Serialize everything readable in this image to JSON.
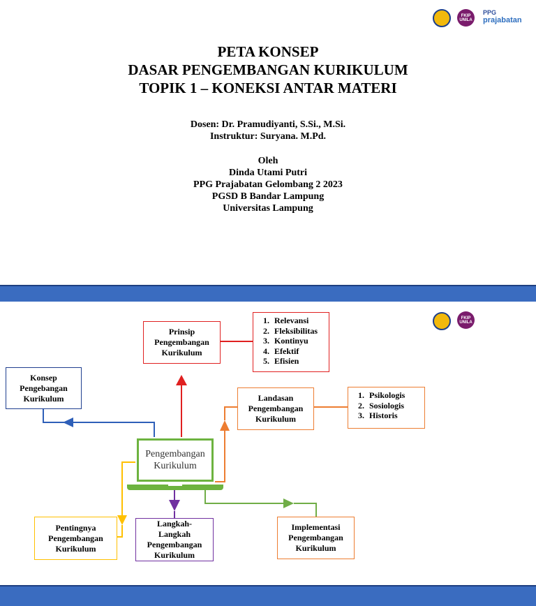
{
  "slide1": {
    "title_lines": [
      "PETA KONSEP",
      "DASAR PENGEMBANGAN KURIKULUM",
      "TOPIK 1 – KONEKSI ANTAR MATERI"
    ],
    "dosen": "Dosen: Dr. Pramudiyanti, S.Si., M.Si.",
    "instruktur": "Instruktur: Suryana. M.Pd.",
    "oleh": "Oleh",
    "author": "Dinda Utami Putri",
    "program": "PPG Prajabatan Gelombang 2 2023",
    "class": "PGSD B Bandar Lampung",
    "university": "Universitas Lampung",
    "logos": {
      "fkip_text": "FKIP UNILA",
      "ppg_line1": "PPG",
      "ppg_line2": "prajabatan"
    }
  },
  "slide2": {
    "central": "Pengembangan\nKurikulum",
    "prinsip": "Prinsip\nPengembangan\nKurikulum",
    "prinsip_list": [
      "Relevansi",
      "Fleksibilitas",
      "Kontinyu",
      "Efektif",
      "Efisien"
    ],
    "konsep": "Konsep\nPengebangan\nKurikulum",
    "landasan": "Landasan\nPengembangan\nKurikulum",
    "landasan_list": [
      "Psikologis",
      "Sosiologis",
      "Historis"
    ],
    "pentingnya": "Pentingnya\nPengembangan\nKurikulum",
    "langkah": "Langkah-\nLangkah\nPengembangan\nKurikulum",
    "implementasi": "Implementasi\nPengembangan\nKurikulum",
    "logos": {
      "fkip_text": "FKIP UNILA"
    }
  },
  "colors": {
    "band": "#3a6cc0",
    "prinsip": "#e02020",
    "konsep": "#1f3f8f",
    "landasan": "#ed7d31",
    "pentingnya": "#ffc000",
    "langkah": "#7030a0",
    "implementasi": "#70ad47",
    "central": "#6db33f"
  }
}
